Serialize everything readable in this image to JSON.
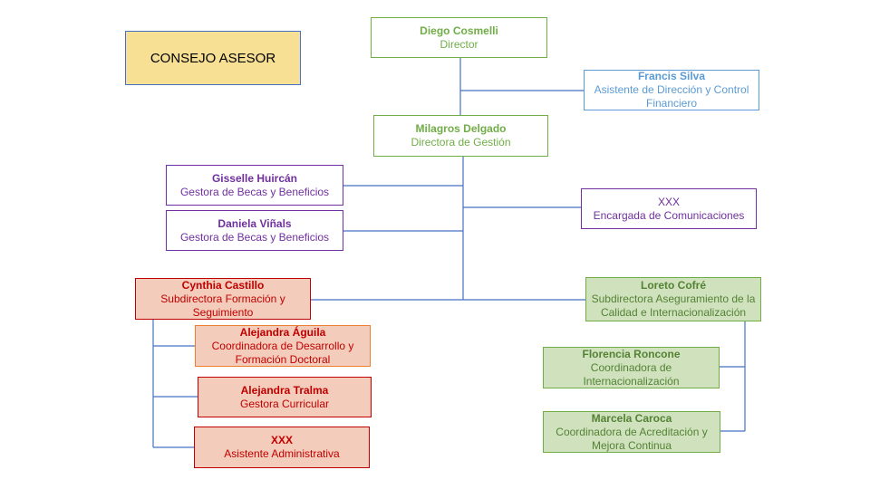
{
  "consejo": "CONSEJO ASESOR",
  "nodes": {
    "director": {
      "name": "Diego Cosmelli",
      "role": "Director"
    },
    "asistente_direccion": {
      "name": "Francis Silva",
      "role": "Asistente de Dirección y Control Financiero"
    },
    "directora_gestion": {
      "name": "Milagros Delgado",
      "role": "Directora de Gestión"
    },
    "gestora_becas_1": {
      "name": "Gisselle Huircán",
      "role": "Gestora de Becas y Beneficios"
    },
    "gestora_becas_2": {
      "name": "Daniela Viñals",
      "role": "Gestora de Becas y Beneficios"
    },
    "comunicaciones": {
      "name": "XXX",
      "role": "Encargada de Comunicaciones"
    },
    "subdirectora_formacion": {
      "name": "Cynthia Castillo",
      "role": "Subdirectora Formación y Seguimiento"
    },
    "coord_desarrollo": {
      "name": "Alejandra Águila",
      "role": "Coordinadora de Desarrollo y Formación Doctoral"
    },
    "gestora_curricular": {
      "name": "Alejandra Tralma",
      "role": "Gestora Curricular"
    },
    "asistente_admin": {
      "name": "XXX",
      "role": "Asistente Administrativa"
    },
    "subdirectora_calidad": {
      "name": "Loreto Cofré",
      "role": "Subdirectora Aseguramiento de la Calidad e Internacionalización"
    },
    "coord_internacional": {
      "name": "Florencia Roncone",
      "role": "Coordinadora de Internacionalización"
    },
    "coord_acreditacion": {
      "name": "Marcela Caroca",
      "role": "Coordinadora de Acreditación y Mejora Continua"
    }
  },
  "colors": {
    "line": "#4472c4",
    "green": "#70ad47",
    "blue": "#5b9bd5",
    "purple": "#7030a0",
    "red": "#c00000",
    "orange": "#ed7d31",
    "consejo_fill": "#f7df94"
  }
}
